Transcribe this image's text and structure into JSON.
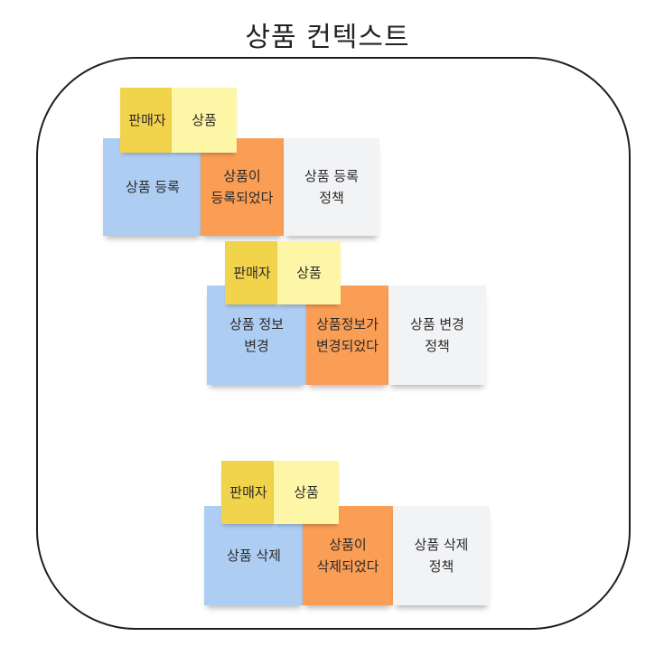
{
  "title": "상품 컨텍스트",
  "colors": {
    "command": "#aecdf3",
    "event": "#fa9d55",
    "policy": "#f2f3f5",
    "actor": "#f2d34c",
    "aggregate": "#fdf6a6"
  },
  "groups": [
    {
      "actor": "판매자",
      "aggregate": "상품",
      "command": "상품 등록",
      "event": "상품이\n등록되었다",
      "policy": "상품 등록\n정책"
    },
    {
      "actor": "판매자",
      "aggregate": "상품",
      "command": "상품 정보\n변경",
      "event": "상품정보가\n변경되었다",
      "policy": "상품 변경\n정책"
    },
    {
      "actor": "판매자",
      "aggregate": "상품",
      "command": "상품 삭제",
      "event": "상품이\n삭제되었다",
      "policy": "상품 삭제\n정책"
    }
  ]
}
